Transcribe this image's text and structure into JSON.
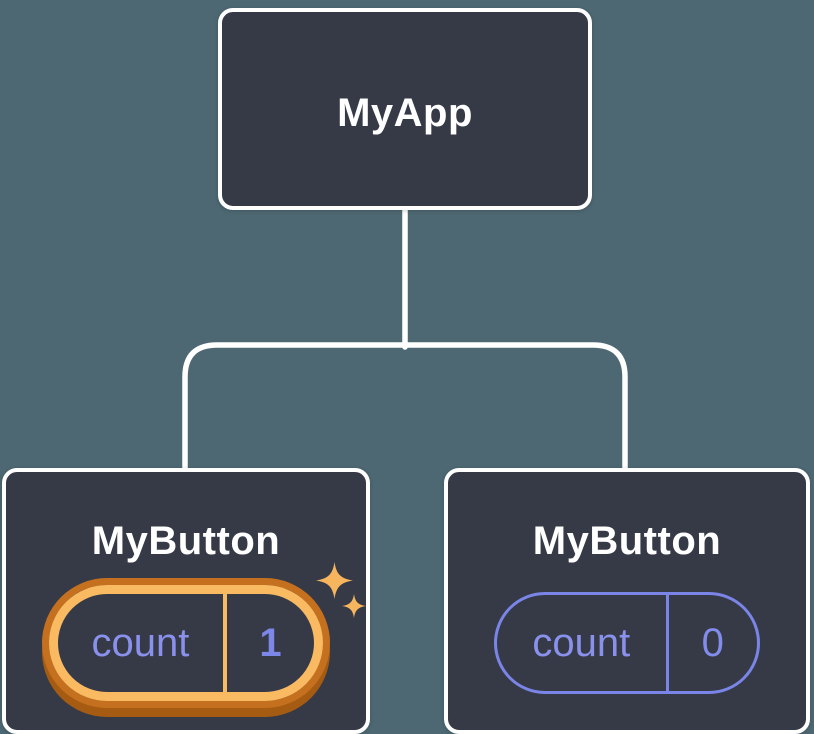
{
  "diagram": {
    "root": {
      "label": "MyApp"
    },
    "children": [
      {
        "label": "MyButton",
        "state_key": "count",
        "state_value": "1",
        "highlighted": true
      },
      {
        "label": "MyButton",
        "state_key": "count",
        "state_value": "0",
        "highlighted": false
      }
    ]
  },
  "icons": {
    "sparkles": "two four-point stars marking the updated state"
  },
  "colors": {
    "background": "#4D6872",
    "node_fill": "#353A46",
    "node_border": "#FFFFFF",
    "connector_line": "#FFFFFF",
    "node_label_text": "#FFFFFF",
    "state_key_text": "#8A91EC",
    "state_value_text": "#7D87E8",
    "pill_border_default": "#7B85E8",
    "highlight_ring_light": "#F9BA62",
    "highlight_ring_dark": "#C4701E",
    "highlight_ring_shadow": "#A55C12",
    "sparkle": "#F7B55E"
  }
}
